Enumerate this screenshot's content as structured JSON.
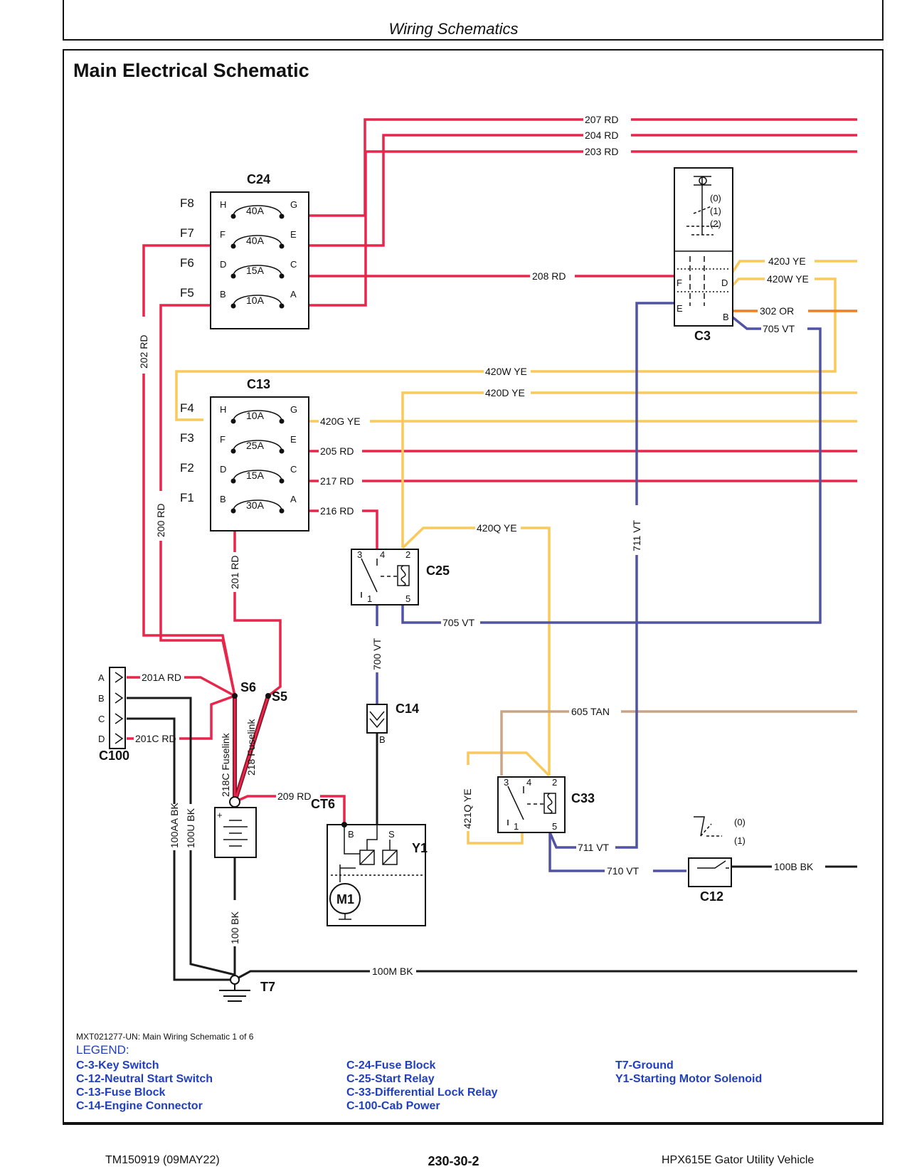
{
  "header": {
    "section": "Wiring Schematics"
  },
  "diagram": {
    "title": "Main Electrical Schematic",
    "wires": {
      "w207": "207 RD",
      "w204": "204 RD",
      "w203": "203 RD",
      "w208": "208 RD",
      "w202": "202 RD",
      "w200": "200 RD",
      "w201": "201 RD",
      "w420J": "420J YE",
      "w420W_right": "420W YE",
      "w302": "302 OR",
      "w705_right": "705 VT",
      "w420W_mid": "420W YE",
      "w420D": "420D YE",
      "w420G": "420G YE",
      "w205": "205 RD",
      "w217": "217 RD",
      "w216": "216 RD",
      "w420Q": "420Q YE",
      "w711_vert": "711 VT",
      "w705_mid": "705 VT",
      "w700": "700 VT",
      "w201A": "201A RD",
      "w201C": "201C RD",
      "w218C": "218C Fuselink",
      "w218": "218 Fuselink",
      "w209": "209 RD",
      "w605": "605 TAN",
      "w421Q": "421Q YE",
      "w711_bot": "711 VT",
      "w710": "710 VT",
      "w100B": "100B BK",
      "w100AA": "100AA BK",
      "w100U": "100U BK",
      "w100": "100 BK",
      "w100M": "100M BK"
    },
    "components": {
      "c24": "C24",
      "c13": "C13",
      "c3": "C3",
      "c25": "C25",
      "c14": "C14",
      "c33": "C33",
      "c12": "C12",
      "c100": "C100",
      "s6": "S6",
      "s5": "S5",
      "ct6": "CT6",
      "y1": "Y1",
      "t7": "T7",
      "m1": "M1"
    },
    "fuses_c24": [
      {
        "slot": "F8",
        "amps": "40A",
        "in": "H",
        "out": "G"
      },
      {
        "slot": "F7",
        "amps": "40A",
        "in": "F",
        "out": "E"
      },
      {
        "slot": "F6",
        "amps": "15A",
        "in": "D",
        "out": "C"
      },
      {
        "slot": "F5",
        "amps": "10A",
        "in": "B",
        "out": "A"
      }
    ],
    "fuses_c13": [
      {
        "slot": "F4",
        "amps": "10A",
        "in": "H",
        "out": "G"
      },
      {
        "slot": "F3",
        "amps": "25A",
        "in": "F",
        "out": "E"
      },
      {
        "slot": "F2",
        "amps": "15A",
        "in": "D",
        "out": "C"
      },
      {
        "slot": "F1",
        "amps": "30A",
        "in": "B",
        "out": "A"
      }
    ],
    "pins": {
      "c3_f": "F",
      "c3_d": "D",
      "c3_e": "E",
      "c3_b": "B",
      "key_0": "(0)",
      "key_1": "(1)",
      "key_2": "(2)",
      "relay_3": "3",
      "relay_4": "4",
      "relay_2": "2",
      "relay_1": "1",
      "relay_5": "5",
      "c14_b": "B",
      "y1_b": "B",
      "y1_s": "S",
      "c12_0": "(0)",
      "c12_1": "(1)",
      "c100_a": "A",
      "c100_b": "B",
      "c100_c": "C",
      "c100_d": "D",
      "plus": "+"
    },
    "colors": {
      "red": "#e8254a",
      "yellow": "#f9c95b",
      "violet": "#5052a6",
      "orange": "#ee7f22",
      "tan": "#c9a586",
      "black": "#1a1a1a"
    }
  },
  "caption": "MXT021277-UN: Main Wiring Schematic 1 of 6",
  "legend": {
    "title": "LEGEND:",
    "col1": [
      "C-3-Key Switch",
      "C-12-Neutral Start Switch",
      "C-13-Fuse Block",
      "C-14-Engine Connector"
    ],
    "col2": [
      "C-24-Fuse Block",
      "C-25-Start Relay",
      "C-33-Differential Lock Relay",
      "C-100-Cab Power"
    ],
    "col3": [
      "T7-Ground",
      "Y1-Starting Motor Solenoid"
    ]
  },
  "footer": {
    "left": "TM150919 (09MAY22)",
    "center": "230-30-2",
    "right": "HPX615E Gator Utility Vehicle"
  }
}
